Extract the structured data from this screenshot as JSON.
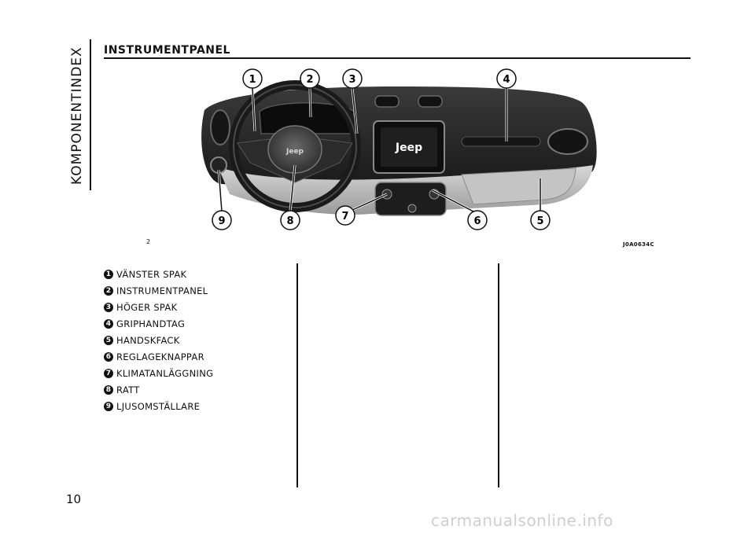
{
  "side_title": "KOMPONENTINDEX",
  "section_title": "INSTRUMENTPANEL",
  "figure": {
    "number": "2",
    "code": "J0A0634C",
    "brand_logo": "Jeep",
    "callouts": [
      "1",
      "2",
      "3",
      "4",
      "5",
      "6",
      "7",
      "8",
      "9"
    ]
  },
  "legend": [
    {
      "num": "1",
      "label": "VÄNSTER SPAK"
    },
    {
      "num": "2",
      "label": "INSTRUMENTPANEL"
    },
    {
      "num": "3",
      "label": "HÖGER SPAK"
    },
    {
      "num": "4",
      "label": "GRIPHANDTAG"
    },
    {
      "num": "5",
      "label": "HANDSKFACK"
    },
    {
      "num": "6",
      "label": "REGLAGEKNAPPAR"
    },
    {
      "num": "7",
      "label": "KLIMATANLÄGGNING"
    },
    {
      "num": "8",
      "label": "RATT"
    },
    {
      "num": "9",
      "label": "LJUSOMSTÄLLARE"
    }
  ],
  "page_number": "10",
  "watermark": "carmanualsonline.info"
}
